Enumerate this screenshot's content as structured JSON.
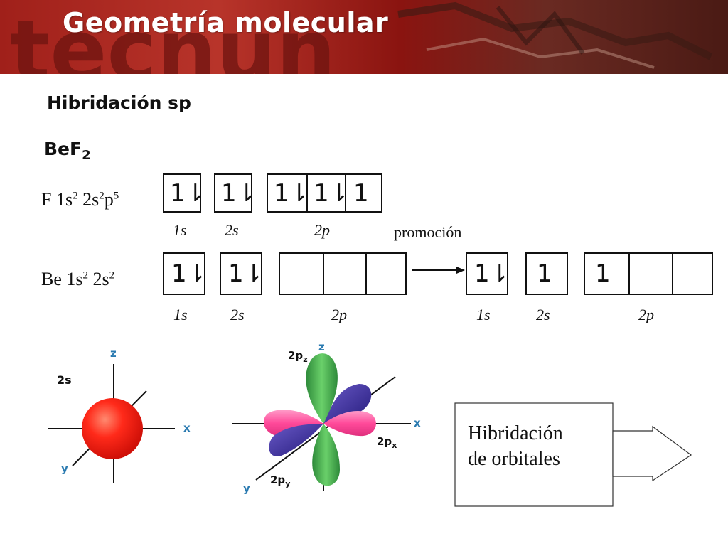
{
  "header": {
    "title": "Geometría molecular",
    "logo_text": "tecnun"
  },
  "subtitle": "Hibridación sp",
  "molecule": {
    "base": "BeF",
    "sub": "2"
  },
  "fluorine": {
    "element": "F",
    "config": [
      {
        "orb": "1s",
        "exp": "2"
      },
      {
        "orb": "2s",
        "exp": "2"
      },
      {
        "orb": "p",
        "exp": "5"
      }
    ],
    "s1": "1⇂",
    "s2": "1⇂",
    "p": [
      "1⇂",
      "1⇂",
      "1"
    ],
    "labels": [
      "1s",
      "2s",
      "2p"
    ]
  },
  "beryllium": {
    "element": "Be",
    "config": [
      {
        "orb": "1s",
        "exp": "2"
      },
      {
        "orb": "2s",
        "exp": "2"
      }
    ],
    "ground": {
      "s1": "1⇂",
      "s2": "1⇂",
      "p": [
        "",
        "",
        ""
      ],
      "labels": [
        "1s",
        "2s",
        "2p"
      ]
    },
    "promoted": {
      "s1": "1⇂",
      "s2": "1",
      "p": [
        "1",
        "",
        ""
      ],
      "labels": [
        "1s",
        "2s",
        "2p"
      ]
    }
  },
  "promotion_label": "promoción",
  "orbital_s": {
    "name": "2s",
    "axes": {
      "z": "z",
      "x": "x",
      "y": "y"
    },
    "color": "#ff2a1a"
  },
  "orbital_p": {
    "labels": {
      "pz": "2p",
      "pz_sub": "z",
      "px": "2p",
      "px_sub": "x",
      "py": "2p",
      "py_sub": "y"
    },
    "axes": {
      "z": "z",
      "x": "x",
      "y": "y"
    },
    "colors": {
      "pz": "#3aa64a",
      "px": "#ff5aa0",
      "py": "#3a2a9a"
    }
  },
  "hybridization": {
    "line1": "Hibridación",
    "line2": "de orbitales"
  },
  "colors": {
    "banner": "#a0201a",
    "axis_label": "#2a7ab0"
  }
}
